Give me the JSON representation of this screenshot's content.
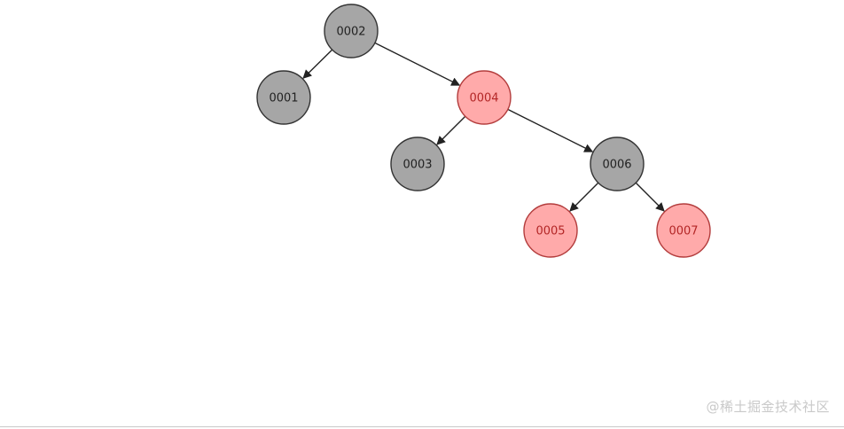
{
  "tree": {
    "colors": {
      "black_fill": "#a6a6a6",
      "black_stroke": "#333333",
      "black_text": "#222222",
      "red_fill": "#ffaaaa",
      "red_stroke": "#b33c3c",
      "red_text": "#b32626",
      "edge": "#222222"
    },
    "nodes": [
      {
        "id": "n2",
        "label": "0002",
        "color": "black"
      },
      {
        "id": "n1",
        "label": "0001",
        "color": "black"
      },
      {
        "id": "n4",
        "label": "0004",
        "color": "red"
      },
      {
        "id": "n3",
        "label": "0003",
        "color": "black"
      },
      {
        "id": "n6",
        "label": "0006",
        "color": "black"
      },
      {
        "id": "n5",
        "label": "0005",
        "color": "red"
      },
      {
        "id": "n7",
        "label": "0007",
        "color": "red"
      }
    ],
    "edges": [
      {
        "from": "n2",
        "to": "n1"
      },
      {
        "from": "n2",
        "to": "n4"
      },
      {
        "from": "n4",
        "to": "n3"
      },
      {
        "from": "n4",
        "to": "n6"
      },
      {
        "from": "n6",
        "to": "n5"
      },
      {
        "from": "n6",
        "to": "n7"
      }
    ]
  },
  "watermark": {
    "text": "@稀土掘金技术社区"
  }
}
